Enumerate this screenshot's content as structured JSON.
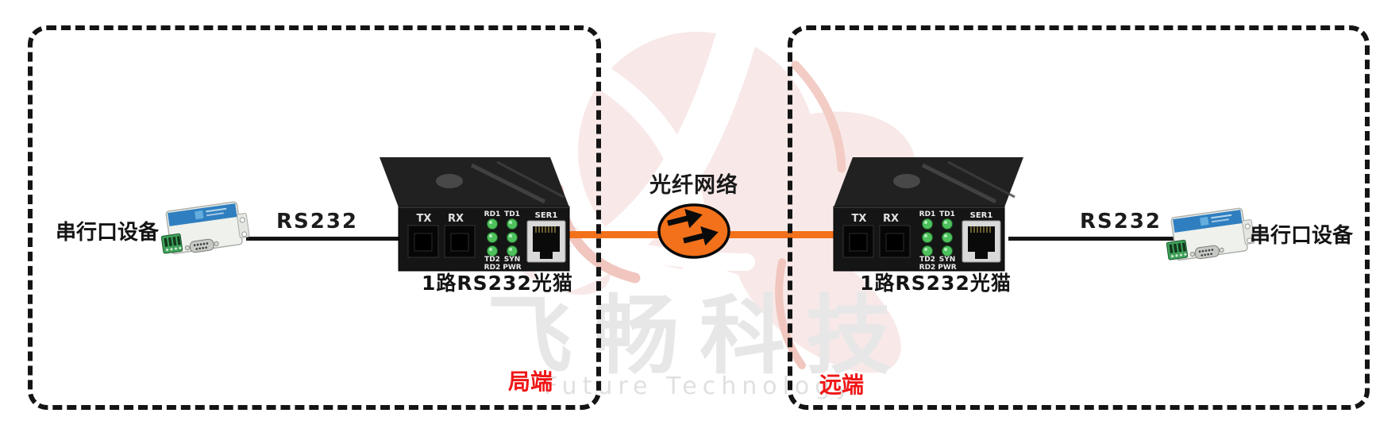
{
  "watermark": {
    "logo_cn": "飞畅科技",
    "logo_en": "Future Technology"
  },
  "fiber": {
    "network_label": "光纤网络"
  },
  "local": {
    "zone_label": "局端",
    "device_label": "串行口设备",
    "link_label": "RS232",
    "converter_label": "1路RS232光猫"
  },
  "remote": {
    "zone_label": "远端",
    "device_label": "串行口设备",
    "link_label": "RS232",
    "converter_label": "1路RS232光猫"
  },
  "converter_panel": {
    "tx": "TX",
    "rx": "RX",
    "rd1": "RD1",
    "td1": "TD1",
    "td2": "TD2",
    "syn": "SYN",
    "rd2": "RD2",
    "pwr": "PWR",
    "ser1": "SER1"
  },
  "colors": {
    "fiber_orange": "#F2711A",
    "led_green": "#4EC15C",
    "zone_label_red": "#F01616",
    "watermark_pink": "#F8E9E8",
    "watermark_gray": "#E7E7E7",
    "device_black": "#141414",
    "serial_device_blue": "#2F7FC0"
  }
}
